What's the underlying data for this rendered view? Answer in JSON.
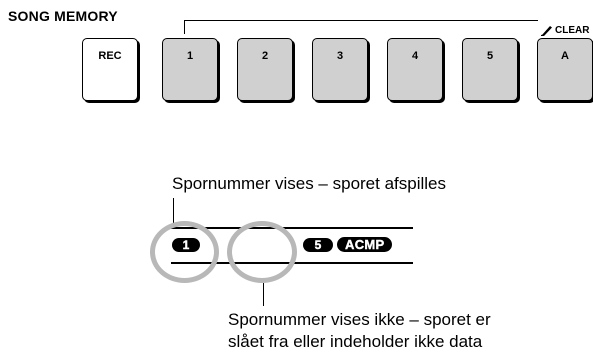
{
  "song_memory": {
    "title": "SONG MEMORY",
    "clear_label": "CLEAR",
    "keys": [
      {
        "label": "REC",
        "style": "white"
      },
      {
        "label": "1",
        "style": "gray"
      },
      {
        "label": "2",
        "style": "gray"
      },
      {
        "label": "3",
        "style": "gray"
      },
      {
        "label": "4",
        "style": "gray"
      },
      {
        "label": "5",
        "style": "gray"
      },
      {
        "label": "A",
        "style": "gray"
      }
    ]
  },
  "display": {
    "track_1": "1",
    "track_5": "5",
    "acmp": "ACMP"
  },
  "callouts": {
    "top": "Spornummer vises – sporet afspilles",
    "bottom_line1": "Spornummer vises ikke – sporet er",
    "bottom_line2": "slået fra eller indeholder ikke data"
  },
  "colors": {
    "key_gray": "#d0d0d0",
    "ring_gray": "#b8b8b8"
  }
}
